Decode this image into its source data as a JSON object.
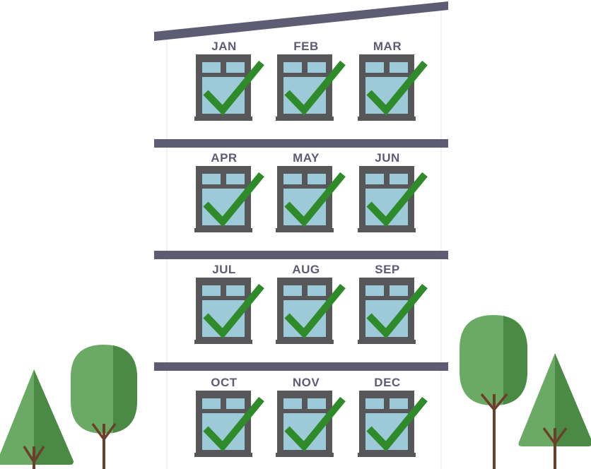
{
  "months": [
    "JAN",
    "FEB",
    "MAR",
    "APR",
    "MAY",
    "JUN",
    "JUL",
    "AUG",
    "SEP",
    "OCT",
    "NOV",
    "DEC"
  ],
  "checked": [
    true,
    true,
    true,
    true,
    true,
    true,
    true,
    true,
    true,
    true,
    true,
    true
  ],
  "colors": {
    "building_wall": "#ffffff",
    "building_trim": "#5d5c74",
    "window_frame": "#57575a",
    "window_glass": "#9ccad8",
    "check_mark": "#2f8a2a",
    "label_text": "#5d5c74",
    "tree_light": "#6aaa64",
    "tree_dark": "#4a8a44",
    "trunk": "#6b3f2a"
  }
}
